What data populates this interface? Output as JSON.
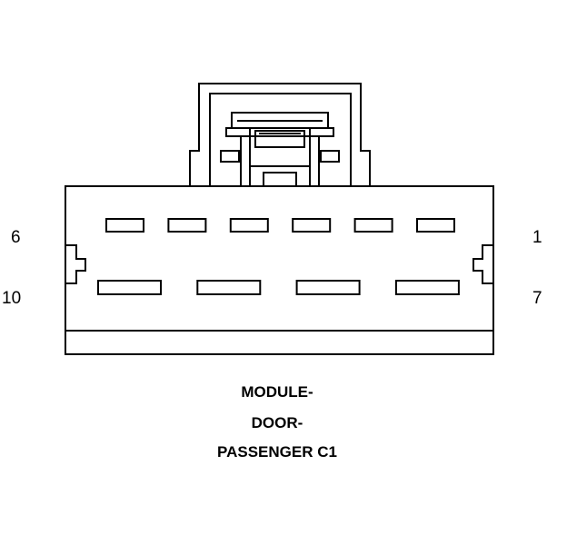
{
  "connector": {
    "pin_labels": {
      "top_left": "6",
      "bottom_left": "10",
      "top_right": "1",
      "bottom_right": "7"
    },
    "pin_counts": {
      "top_row": 6,
      "bottom_row": 4
    }
  },
  "caption": {
    "line1": "MODULE-",
    "line2": "DOOR-",
    "line3": "PASSENGER C1"
  },
  "colors": {
    "stroke": "#000000",
    "background": "#ffffff"
  }
}
